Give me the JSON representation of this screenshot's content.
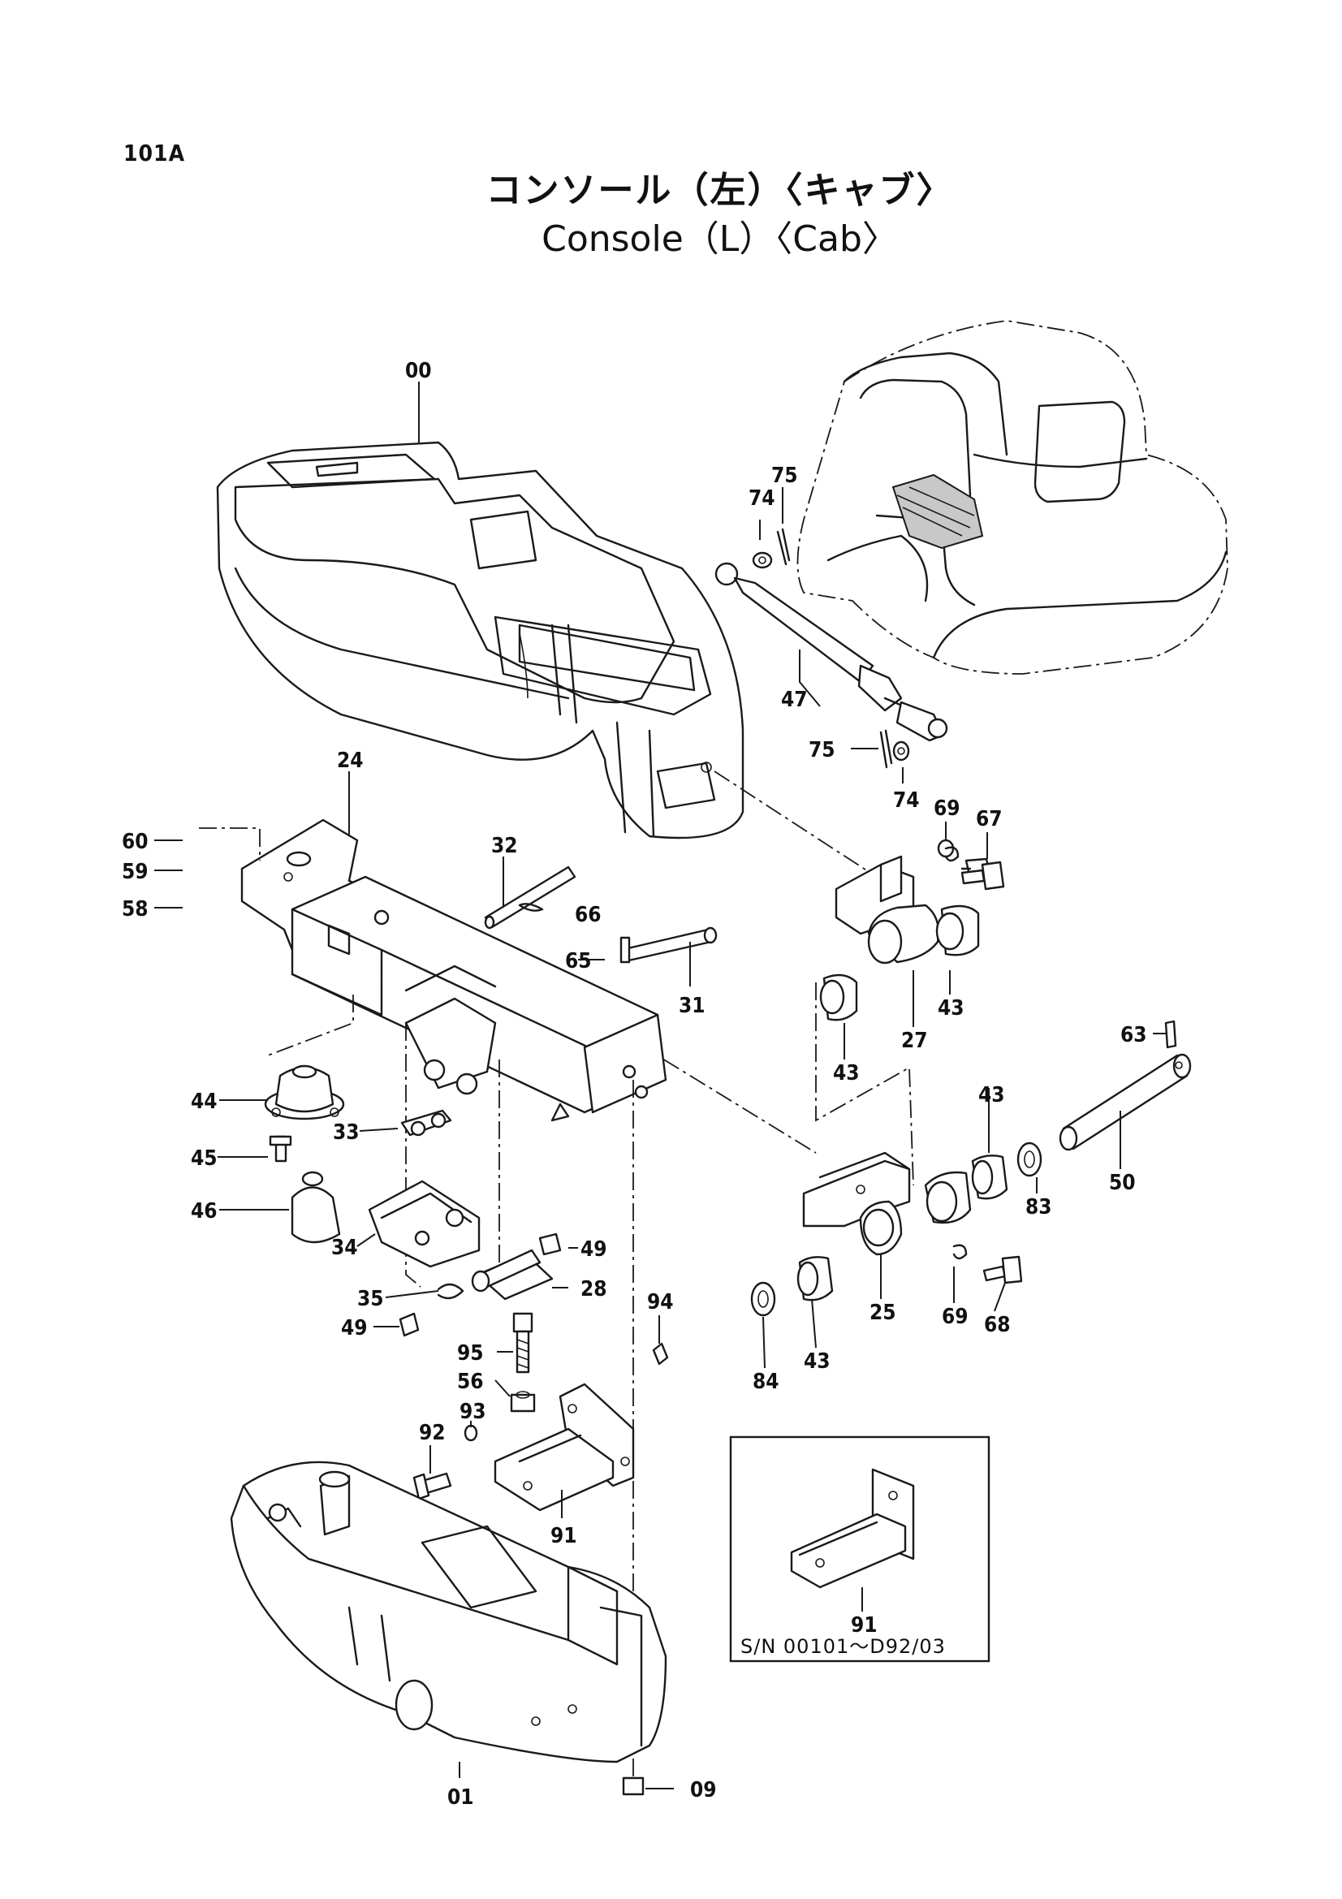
{
  "header": {
    "page_code": "101A",
    "title_jp": "コンソール（左）〈キャブ〉",
    "title_en": "Console（L）〈Cab〉"
  },
  "callouts": {
    "c00": "00",
    "c01": "01",
    "c09": "09",
    "c24": "24",
    "c25": "25",
    "c27": "27",
    "c28": "28",
    "c31": "31",
    "c32": "32",
    "c33": "33",
    "c34": "34",
    "c35": "35",
    "c43a": "43",
    "c43b": "43",
    "c43c": "43",
    "c43d": "43",
    "c44": "44",
    "c45": "45",
    "c46": "46",
    "c47": "47",
    "c49a": "49",
    "c49b": "49",
    "c50": "50",
    "c56": "56",
    "c58": "58",
    "c59": "59",
    "c60": "60",
    "c63": "63",
    "c65": "65",
    "c66": "66",
    "c67": "67",
    "c68": "68",
    "c69a": "69",
    "c69b": "69",
    "c74a": "74",
    "c74b": "74",
    "c75a": "75",
    "c75b": "75",
    "c83": "83",
    "c84": "84",
    "c91a": "91",
    "c91b": "91",
    "c92": "92",
    "c93": "93",
    "c94": "94",
    "c95": "95"
  },
  "inset": {
    "caption": "S/N 00101～D92/03"
  }
}
